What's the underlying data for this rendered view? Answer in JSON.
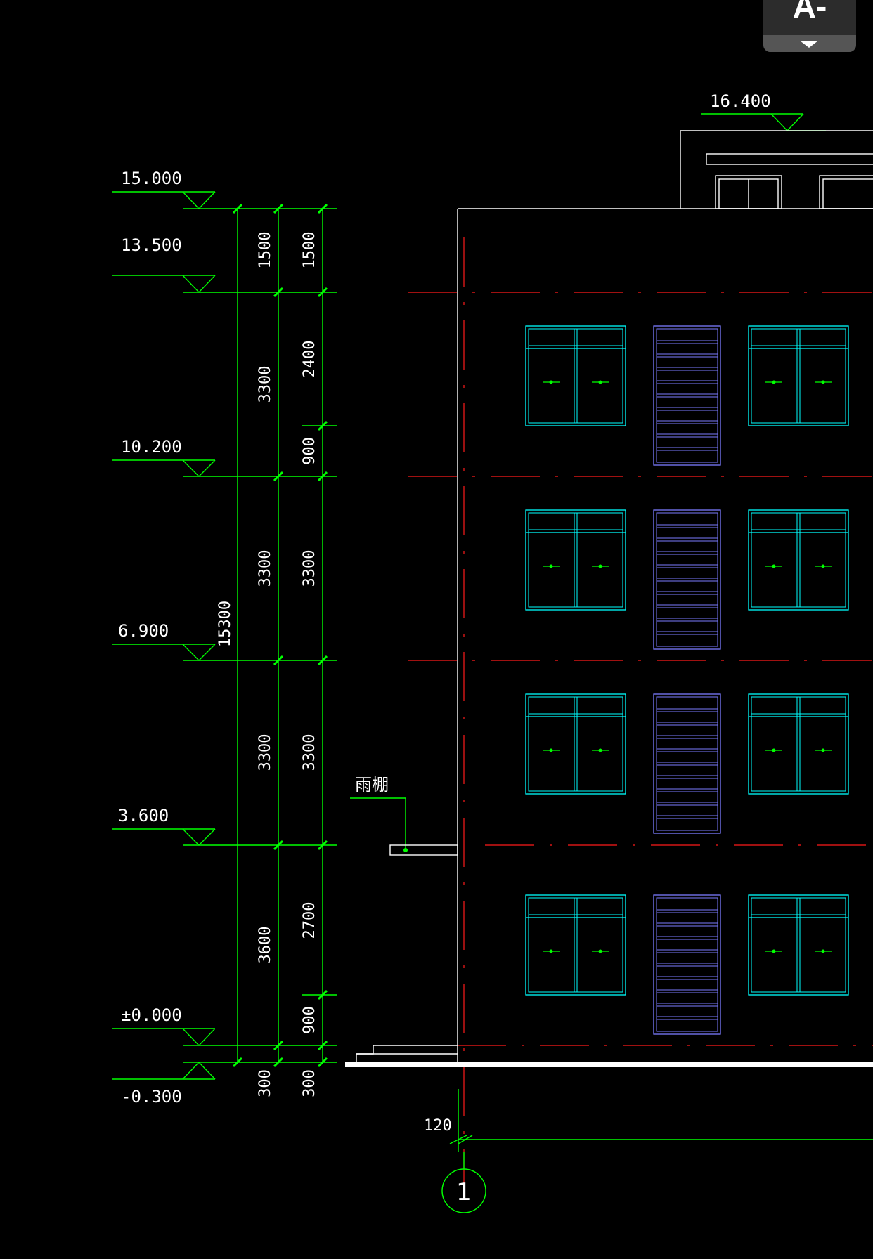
{
  "drawing": {
    "top_level": "16.400",
    "levels": [
      "15.000",
      "13.500",
      "10.200",
      "6.900",
      "3.600",
      "±0.000",
      "-0.300"
    ],
    "total_dim": "15300",
    "col1_dims": [
      "1500",
      "3300",
      "3300",
      "3300",
      "3600",
      "300"
    ],
    "col2_dims": [
      "1500",
      "2400",
      "900",
      "3300",
      "3300",
      "2700",
      "900",
      "300"
    ],
    "canopy_label": "雨棚",
    "offset_dim": "120",
    "axis_label": "1"
  },
  "ui": {
    "zoom_badge": "A-",
    "zoom_dropdown_icon": "triangle-down-icon"
  },
  "colors": {
    "background": "#000000",
    "dimension": "#00ff00",
    "grid": "#ff0000",
    "window": "#00ffff",
    "louver": "#7b7bff",
    "outline": "#ffffff"
  }
}
